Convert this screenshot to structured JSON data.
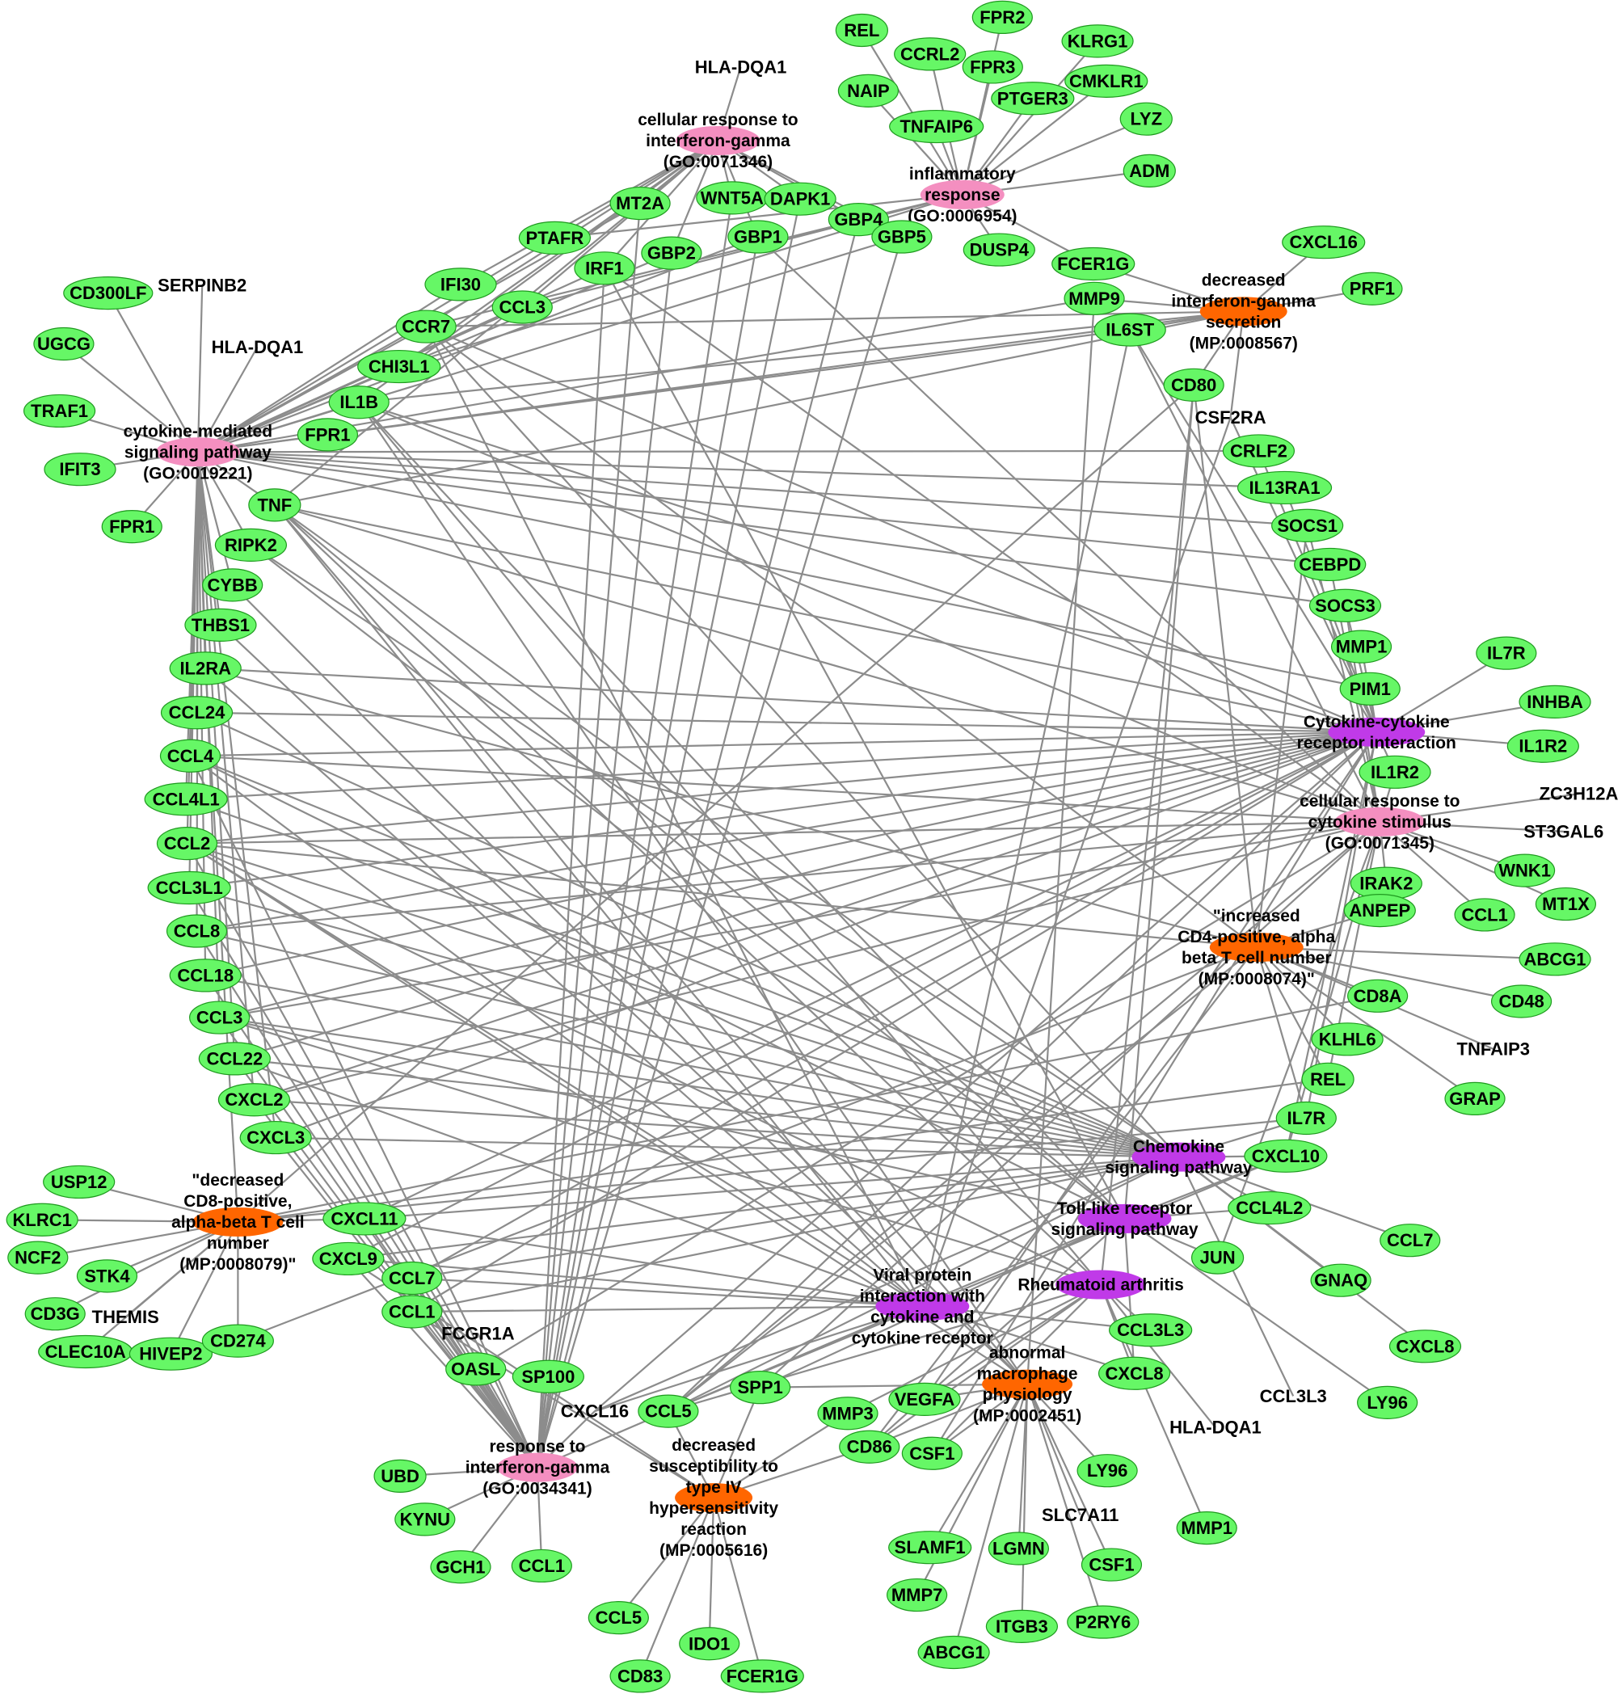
{
  "colors": {
    "gene": "#66f766",
    "go_term": "#f48fc0",
    "phenotype": "#ff6600",
    "pathway": "#c03ae8",
    "edge": "#8c8c8c"
  },
  "hubs": [
    {
      "id": "h_ifng_cell",
      "kind": "go_term",
      "label": [
        "cellular response to",
        "interferon-gamma",
        "(GO:0071346)"
      ]
    },
    {
      "id": "h_inflam",
      "kind": "go_term",
      "label": [
        "inflammatory",
        "response",
        "(GO:0006954)"
      ]
    },
    {
      "id": "h_dec_ifng",
      "kind": "phenotype",
      "label": [
        "decreased",
        "interferon-gamma",
        "secretion",
        "(MP:0008567)"
      ]
    },
    {
      "id": "h_cyto_med",
      "kind": "go_term",
      "label": [
        "cytokine-mediated",
        "signaling pathway",
        "(GO:0019221)"
      ]
    },
    {
      "id": "h_cc_rec",
      "kind": "pathway",
      "label": [
        "Cytokine-cytokine",
        "receptor interaction"
      ]
    },
    {
      "id": "h_cyto_stim",
      "kind": "go_term",
      "label": [
        "cellular response to",
        "cytokine stimulus",
        "(GO:0071345)"
      ]
    },
    {
      "id": "h_cd4",
      "kind": "phenotype",
      "label": [
        "\"increased",
        "CD4-positive, alpha",
        "beta T cell number",
        "(MP:0008074)\""
      ]
    },
    {
      "id": "h_chemokine",
      "kind": "pathway",
      "label": [
        "Chemokine",
        "signaling pathway"
      ]
    },
    {
      "id": "h_tlr",
      "kind": "pathway",
      "label": [
        "Toll-like receptor",
        "signaling pathway"
      ]
    },
    {
      "id": "h_ra",
      "kind": "pathway",
      "label": [
        "Rheumatoid arthritis"
      ]
    },
    {
      "id": "h_viral",
      "kind": "pathway",
      "label": [
        "Viral protein",
        "interaction with",
        "cytokine and",
        "cytokine receptor"
      ]
    },
    {
      "id": "h_macro",
      "kind": "phenotype",
      "label": [
        "abnormal",
        "macrophage",
        "physiology",
        "(MP:0002451)"
      ]
    },
    {
      "id": "h_cd8",
      "kind": "phenotype",
      "label": [
        "\"decreased",
        "CD8-positive,",
        "alpha-beta T cell",
        "number",
        "(MP:0008079)\""
      ]
    },
    {
      "id": "h_ifng_resp",
      "kind": "go_term",
      "label": [
        "response to",
        "interferon-gamma",
        "(GO:0034341)"
      ]
    },
    {
      "id": "h_type4",
      "kind": "phenotype",
      "label": [
        "decreased",
        "susceptibility to",
        "type IV",
        "hypersensitivity",
        "reaction",
        "(MP:0005616)"
      ]
    }
  ],
  "genes": [
    {
      "id": "g_hladqa1_top",
      "label": "HLA-DQA1",
      "plain": true
    },
    {
      "id": "g_rel_top",
      "label": "REL"
    },
    {
      "id": "g_fpr2",
      "label": "FPR2"
    },
    {
      "id": "g_ccrl2",
      "label": "CCRL2"
    },
    {
      "id": "g_fpr3",
      "label": "FPR3"
    },
    {
      "id": "g_klrg1",
      "label": "KLRG1"
    },
    {
      "id": "g_naip",
      "label": "NAIP"
    },
    {
      "id": "g_ptger3",
      "label": "PTGER3"
    },
    {
      "id": "g_cmklr1",
      "label": "CMKLR1"
    },
    {
      "id": "g_tnfaip6",
      "label": "TNFAIP6"
    },
    {
      "id": "g_lyz",
      "label": "LYZ"
    },
    {
      "id": "g_adm",
      "label": "ADM"
    },
    {
      "id": "g_mt2a",
      "label": "MT2A"
    },
    {
      "id": "g_wnt5a",
      "label": "WNT5A"
    },
    {
      "id": "g_dapk1",
      "label": "DAPK1"
    },
    {
      "id": "g_gbp4",
      "label": "GBP4"
    },
    {
      "id": "g_gbp1",
      "label": "GBP1"
    },
    {
      "id": "g_gbp5",
      "label": "GBP5"
    },
    {
      "id": "g_ptafr",
      "label": "PTAFR"
    },
    {
      "id": "g_gbp2",
      "label": "GBP2"
    },
    {
      "id": "g_irf1",
      "label": "IRF1"
    },
    {
      "id": "g_dusp4",
      "label": "DUSP4"
    },
    {
      "id": "g_fcer1g_top",
      "label": "FCER1G"
    },
    {
      "id": "g_cxcl16_top",
      "label": "CXCL16"
    },
    {
      "id": "g_prf1",
      "label": "PRF1"
    },
    {
      "id": "g_mmp9",
      "label": "MMP9"
    },
    {
      "id": "g_il6st",
      "label": "IL6ST"
    },
    {
      "id": "g_ifi30",
      "label": "IFI30"
    },
    {
      "id": "g_ccl3_top",
      "label": "CCL3"
    },
    {
      "id": "g_cd300lf",
      "label": "CD300LF"
    },
    {
      "id": "g_serpinb2",
      "label": "SERPINB2",
      "plain": true
    },
    {
      "id": "g_ugcg",
      "label": "UGCG"
    },
    {
      "id": "g_hladqa1_left",
      "label": "HLA-DQA1",
      "plain": true
    },
    {
      "id": "g_ccr7",
      "label": "CCR7"
    },
    {
      "id": "g_chi3l1",
      "label": "CHI3L1"
    },
    {
      "id": "g_traf1",
      "label": "TRAF1"
    },
    {
      "id": "g_il1b",
      "label": "IL1B"
    },
    {
      "id": "g_fpr1_a",
      "label": "FPR1"
    },
    {
      "id": "g_ifit3",
      "label": "IFIT3"
    },
    {
      "id": "g_fpr1_b",
      "label": "FPR1"
    },
    {
      "id": "g_tnf",
      "label": "TNF"
    },
    {
      "id": "g_ripk2",
      "label": "RIPK2"
    },
    {
      "id": "g_cybb",
      "label": "CYBB"
    },
    {
      "id": "g_thbs1",
      "label": "THBS1"
    },
    {
      "id": "g_il2ra",
      "label": "IL2RA"
    },
    {
      "id": "g_ccl24",
      "label": "CCL24"
    },
    {
      "id": "g_ccl4",
      "label": "CCL4"
    },
    {
      "id": "g_ccl4l1",
      "label": "CCL4L1"
    },
    {
      "id": "g_ccl2",
      "label": "CCL2"
    },
    {
      "id": "g_ccl3l1",
      "label": "CCL3L1"
    },
    {
      "id": "g_ccl8",
      "label": "CCL8"
    },
    {
      "id": "g_ccl18",
      "label": "CCL18"
    },
    {
      "id": "g_ccl3_left",
      "label": "CCL3"
    },
    {
      "id": "g_ccl22",
      "label": "CCL22"
    },
    {
      "id": "g_cxcl2",
      "label": "CXCL2"
    },
    {
      "id": "g_cxcl3",
      "label": "CXCL3"
    },
    {
      "id": "g_cd80",
      "label": "CD80"
    },
    {
      "id": "g_csf2ra",
      "label": "CSF2RA",
      "plain": true
    },
    {
      "id": "g_crlf2",
      "label": "CRLF2"
    },
    {
      "id": "g_il13ra1",
      "label": "IL13RA1"
    },
    {
      "id": "g_socs1",
      "label": "SOCS1"
    },
    {
      "id": "g_cebpd",
      "label": "CEBPD"
    },
    {
      "id": "g_socs3",
      "label": "SOCS3"
    },
    {
      "id": "g_mmp1_right",
      "label": "MMP1"
    },
    {
      "id": "g_pim1",
      "label": "PIM1"
    },
    {
      "id": "g_il7r_right",
      "label": "IL7R"
    },
    {
      "id": "g_inhba",
      "label": "INHBA"
    },
    {
      "id": "g_il1r2_a",
      "label": "IL1R2"
    },
    {
      "id": "g_il1r2_b",
      "label": "IL1R2"
    },
    {
      "id": "g_zc3h12a",
      "label": "ZC3H12A",
      "plain": true
    },
    {
      "id": "g_st3gal6",
      "label": "ST3GAL6",
      "plain": true
    },
    {
      "id": "g_wnk1",
      "label": "WNK1"
    },
    {
      "id": "g_irak2",
      "label": "IRAK2"
    },
    {
      "id": "g_anpep",
      "label": "ANPEP"
    },
    {
      "id": "g_ccl1_right",
      "label": "CCL1"
    },
    {
      "id": "g_mt1x",
      "label": "MT1X"
    },
    {
      "id": "g_abcg1_right",
      "label": "ABCG1"
    },
    {
      "id": "g_cd8a",
      "label": "CD8A"
    },
    {
      "id": "g_cd48",
      "label": "CD48"
    },
    {
      "id": "g_tnfaip3",
      "label": "TNFAIP3",
      "plain": true
    },
    {
      "id": "g_klhl6",
      "label": "KLHL6"
    },
    {
      "id": "g_grap",
      "label": "GRAP"
    },
    {
      "id": "g_rel_right",
      "label": "REL"
    },
    {
      "id": "g_il7r_mid",
      "label": "IL7R"
    },
    {
      "id": "g_cxcl10",
      "label": "CXCL10"
    },
    {
      "id": "g_ccl4l2",
      "label": "CCL4L2"
    },
    {
      "id": "g_ccl7_right",
      "label": "CCL7"
    },
    {
      "id": "g_jun",
      "label": "JUN"
    },
    {
      "id": "g_gnaq",
      "label": "GNAQ"
    },
    {
      "id": "g_cxcl8_right",
      "label": "CXCL8"
    },
    {
      "id": "g_ccl3l3_a",
      "label": "CCL3L3"
    },
    {
      "id": "g_ccl3l3_b",
      "label": "CCL3L3",
      "plain": true
    },
    {
      "id": "g_ly96_right",
      "label": "LY96"
    },
    {
      "id": "g_cxcl8_mid",
      "label": "CXCL8"
    },
    {
      "id": "g_hladqa1_bot",
      "label": "HLA-DQA1",
      "plain": true
    },
    {
      "id": "g_usp12",
      "label": "USP12"
    },
    {
      "id": "g_klrc1",
      "label": "KLRC1"
    },
    {
      "id": "g_ncf2",
      "label": "NCF2"
    },
    {
      "id": "g_stk4",
      "label": "STK4"
    },
    {
      "id": "g_cd3g",
      "label": "CD3G"
    },
    {
      "id": "g_themis",
      "label": "THEMIS",
      "plain": true
    },
    {
      "id": "g_clec10a",
      "label": "CLEC10A"
    },
    {
      "id": "g_hivep2",
      "label": "HIVEP2"
    },
    {
      "id": "g_cd274",
      "label": "CD274"
    },
    {
      "id": "g_cxcl11",
      "label": "CXCL11"
    },
    {
      "id": "g_cxcl9",
      "label": "CXCL9"
    },
    {
      "id": "g_ccl7_left",
      "label": "CCL7"
    },
    {
      "id": "g_ccl1_mid",
      "label": "CCL1"
    },
    {
      "id": "g_fcgr1a",
      "label": "FCGR1A",
      "plain": true
    },
    {
      "id": "g_oasl",
      "label": "OASL"
    },
    {
      "id": "g_sp100",
      "label": "SP100"
    },
    {
      "id": "g_cxcl16_bot",
      "label": "CXCL16",
      "plain": true
    },
    {
      "id": "g_ccl5_mid",
      "label": "CCL5"
    },
    {
      "id": "g_spp1",
      "label": "SPP1"
    },
    {
      "id": "g_mmp3",
      "label": "MMP3"
    },
    {
      "id": "g_vegfa",
      "label": "VEGFA"
    },
    {
      "id": "g_cd86",
      "label": "CD86"
    },
    {
      "id": "g_csf1_a",
      "label": "CSF1"
    },
    {
      "id": "g_ubd",
      "label": "UBD"
    },
    {
      "id": "g_kynu",
      "label": "KYNU"
    },
    {
      "id": "g_gch1",
      "label": "GCH1"
    },
    {
      "id": "g_ccl1_bot",
      "label": "CCL1"
    },
    {
      "id": "g_ly96_bot",
      "label": "LY96"
    },
    {
      "id": "g_slc7a11",
      "label": "SLC7A11",
      "plain": true
    },
    {
      "id": "g_mmp1_bot",
      "label": "MMP1"
    },
    {
      "id": "g_slamf1",
      "label": "SLAMF1"
    },
    {
      "id": "g_lgmn",
      "label": "LGMN"
    },
    {
      "id": "g_csf1_b",
      "label": "CSF1"
    },
    {
      "id": "g_mmp7",
      "label": "MMP7"
    },
    {
      "id": "g_itgb3",
      "label": "ITGB3"
    },
    {
      "id": "g_p2ry6",
      "label": "P2RY6"
    },
    {
      "id": "g_abcg1_bot",
      "label": "ABCG1"
    },
    {
      "id": "g_ccl5_bot",
      "label": "CCL5"
    },
    {
      "id": "g_ido1",
      "label": "IDO1"
    },
    {
      "id": "g_cd83",
      "label": "CD83"
    },
    {
      "id": "g_fcer1g_bot",
      "label": "FCER1G"
    }
  ]
}
